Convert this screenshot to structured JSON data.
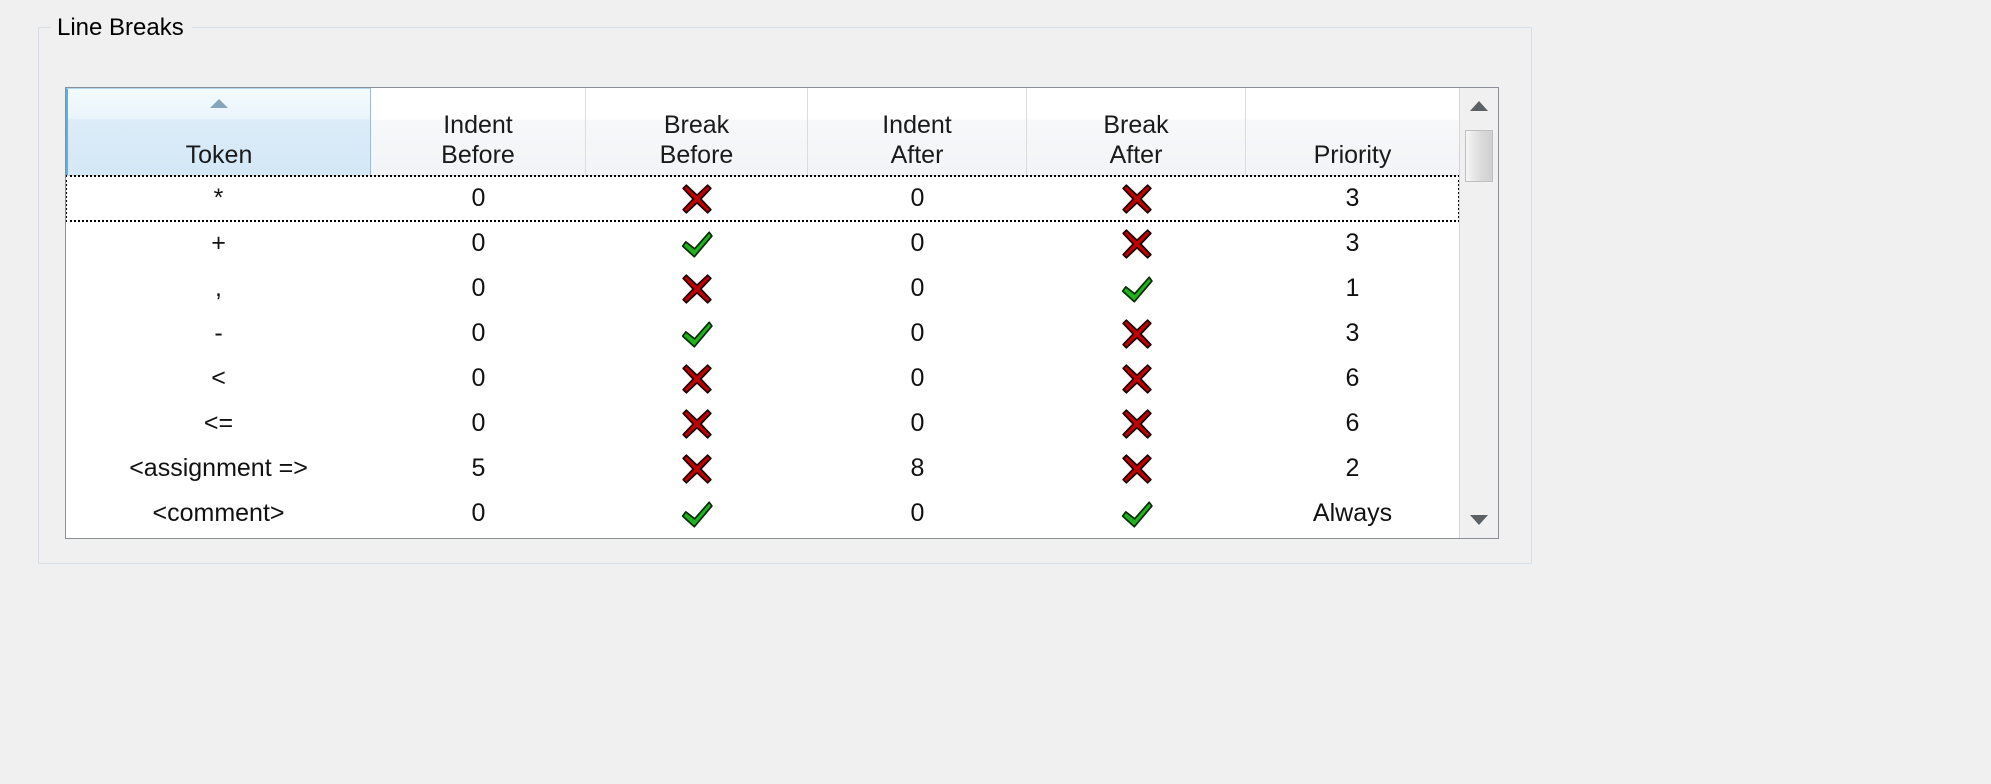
{
  "groupbox": {
    "legend": "Line Breaks"
  },
  "grid": {
    "columns": [
      {
        "id": "token",
        "label_line1": "Token",
        "label_line2": "",
        "sorted": true,
        "sort_direction": "ascending"
      },
      {
        "id": "indent_before",
        "label_line1": "Indent",
        "label_line2": "Before",
        "sorted": false,
        "sort_direction": ""
      },
      {
        "id": "break_before",
        "label_line1": "Break",
        "label_line2": "Before",
        "sorted": false,
        "sort_direction": ""
      },
      {
        "id": "indent_after",
        "label_line1": "Indent",
        "label_line2": "After",
        "sorted": false,
        "sort_direction": ""
      },
      {
        "id": "break_after",
        "label_line1": "Break",
        "label_line2": "After",
        "sorted": false,
        "sort_direction": ""
      },
      {
        "id": "priority",
        "label_line1": "",
        "label_line2": "Priority",
        "sorted": false,
        "sort_direction": ""
      }
    ],
    "rows": [
      {
        "token": "*",
        "indent_before": "0",
        "break_before": "no",
        "indent_after": "0",
        "break_after": "no",
        "priority": "3",
        "focused": true
      },
      {
        "token": "+",
        "indent_before": "0",
        "break_before": "yes",
        "indent_after": "0",
        "break_after": "no",
        "priority": "3",
        "focused": false
      },
      {
        "token": ",",
        "indent_before": "0",
        "break_before": "no",
        "indent_after": "0",
        "break_after": "yes",
        "priority": "1",
        "focused": false
      },
      {
        "token": "-",
        "indent_before": "0",
        "break_before": "yes",
        "indent_after": "0",
        "break_after": "no",
        "priority": "3",
        "focused": false
      },
      {
        "token": "<",
        "indent_before": "0",
        "break_before": "no",
        "indent_after": "0",
        "break_after": "no",
        "priority": "6",
        "focused": false
      },
      {
        "token": "<=",
        "indent_before": "0",
        "break_before": "no",
        "indent_after": "0",
        "break_after": "no",
        "priority": "6",
        "focused": false
      },
      {
        "token": "<assignment =>",
        "indent_before": "5",
        "break_before": "no",
        "indent_after": "8",
        "break_after": "no",
        "priority": "2",
        "focused": false
      },
      {
        "token": "<comment>",
        "indent_before": "0",
        "break_before": "yes",
        "indent_after": "0",
        "break_after": "yes",
        "priority": "Always",
        "focused": false
      }
    ],
    "icons": {
      "yes": "green-check-icon",
      "no": "red-cross-icon"
    },
    "scrollbar": {
      "up_icon": "scroll-up-arrow-icon",
      "down_icon": "scroll-down-arrow-icon",
      "thumb": "scrollbar-thumb"
    }
  },
  "colors": {
    "check_green": "#22b11e",
    "cross_red": "#c00000",
    "sorted_header_blue": "#d4e8f7",
    "window_gray": "#f0f0f0"
  }
}
